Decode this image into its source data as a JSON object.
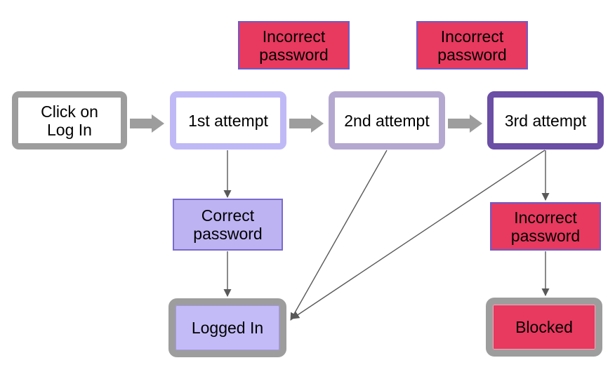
{
  "diagram": {
    "description": "Login attempt flowchart",
    "background": "#FFFFFF"
  },
  "nodes": {
    "click_login": {
      "label": "Click on Log In"
    },
    "attempt_1": {
      "label": "1st attempt"
    },
    "attempt_2": {
      "label": "2nd attempt"
    },
    "attempt_3": {
      "label": "3rd attempt"
    },
    "incorrect_password_top_1": {
      "label": "Incorrect password"
    },
    "incorrect_password_top_2": {
      "label": "Incorrect password"
    },
    "correct_password": {
      "label": "Correct password"
    },
    "incorrect_password_bottom": {
      "label": "Incorrect password"
    },
    "logged_in": {
      "label": "Logged In"
    },
    "blocked": {
      "label": "Blocked"
    }
  },
  "edges": [
    {
      "from": "click_login",
      "to": "attempt_1",
      "style": "thick-gray"
    },
    {
      "from": "attempt_1",
      "to": "attempt_2",
      "style": "thick-gray"
    },
    {
      "from": "attempt_2",
      "to": "attempt_3",
      "style": "thick-gray"
    },
    {
      "from": "attempt_1",
      "to": "correct_password",
      "style": "thin"
    },
    {
      "from": "correct_password",
      "to": "logged_in",
      "style": "thin"
    },
    {
      "from": "attempt_2",
      "to": "logged_in",
      "style": "thin-diagonal"
    },
    {
      "from": "attempt_3",
      "to": "logged_in",
      "style": "thin-diagonal"
    },
    {
      "from": "attempt_3",
      "to": "incorrect_password_bottom",
      "style": "thin"
    },
    {
      "from": "incorrect_password_bottom",
      "to": "blocked",
      "style": "thin"
    }
  ],
  "colors": {
    "thick_border_gray": "#9D9D9D",
    "thick_arrow_gray": "#9D9D9D",
    "thin_arrow_gray": "#595959",
    "red_fill": "#E8395F",
    "red_box_border": "#6B5DC9",
    "attempt1_border": "#BFB9F6",
    "attempt2_border": "#B4A8D0",
    "attempt3_border": "#6B4EA6",
    "correct_password_fill": "#BDB3F2",
    "logged_in_fill": "#C3BBF7",
    "text": "#000000"
  }
}
